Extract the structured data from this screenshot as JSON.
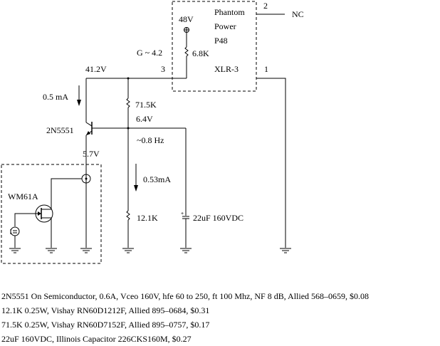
{
  "phantom_block": {
    "title_lines": [
      "Phantom",
      "Power",
      "P48"
    ],
    "connector": "XLR-3",
    "supply_voltage": "48V",
    "resistor": "6.8K",
    "pin2": "2",
    "pin3": "3",
    "pin1": "1",
    "nc": "NC"
  },
  "labels": {
    "gain": "G ~ 4.2",
    "collector_voltage": "41.2V",
    "collector_current": "0.5 mA",
    "transistor": "2N5551",
    "upper_resistor": "71.5K",
    "base_voltage": "6.4V",
    "corner_freq": "~0.8 Hz",
    "emitter_voltage": "5.7V",
    "divider_current": "0.53mA",
    "lower_resistor": "12.1K",
    "capacitor": "22uF 160VDC",
    "microphone": "WM61A"
  },
  "notes": [
    "2N5551 On Semiconductor, 0.6A, Vceo 160V, hfe 60 to 250, ft 100 Mhz, NF 8 dB, Allied 568–0659, $0.08",
    "12.1K 0.25W, Vishay RN60D1212F, Allied 895–0684, $0.31",
    "71.5K 0.25W, Vishay RN60D7152F, Allied 895–0757, $0.17",
    "22uF 160VDC, Illinois Capacitor 226CKS160M, $0.27"
  ]
}
